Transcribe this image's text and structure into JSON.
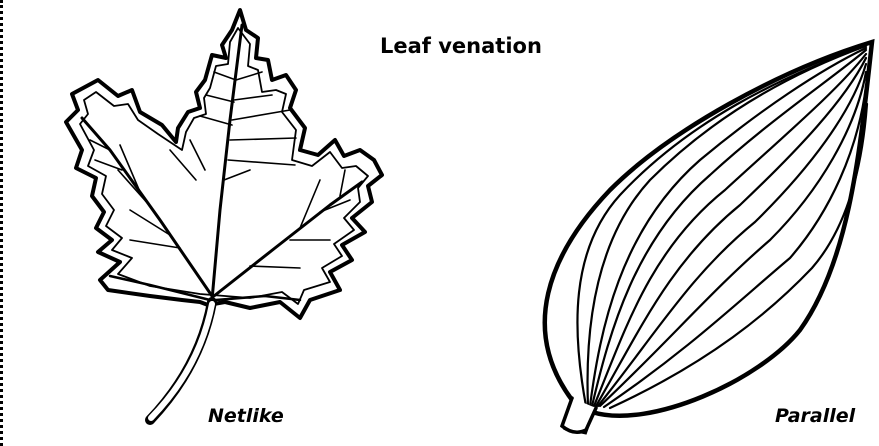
{
  "title": "Leaf venation",
  "leaves": [
    {
      "label": "Netlike",
      "icon": "maple-leaf-icon"
    },
    {
      "label": "Parallel",
      "icon": "parallel-vein-leaf-icon"
    }
  ]
}
